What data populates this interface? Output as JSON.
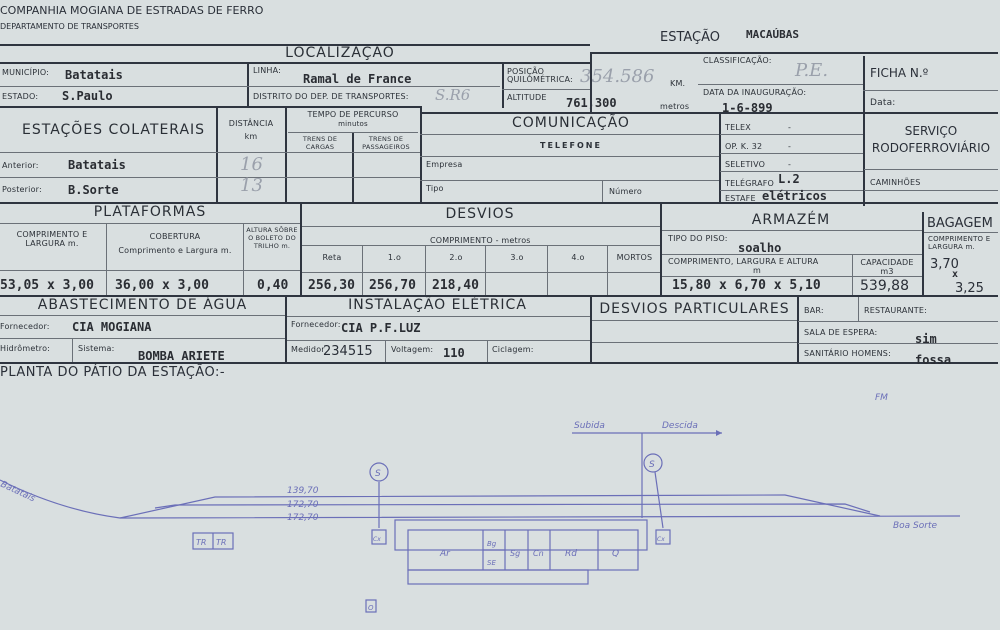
{
  "header": {
    "company": "COMPANHIA MOGIANA DE ESTRADAS DE FERRO",
    "department": "DEPARTAMENTO DE TRANSPORTES",
    "station_label": "ESTAÇÃO",
    "station_name": "MACAÚBAS"
  },
  "localizacao": {
    "title": "LOCALIZAÇÃO",
    "municipio_label": "MUNICÍPIO:",
    "municipio": "Batatais",
    "estado_label": "ESTADO:",
    "estado": "S.Paulo",
    "linha_label": "LINHA:",
    "linha": "Ramal de France",
    "distrito_label": "DISTRITO DO DEP. DE TRANSPORTES:",
    "distrito": "S.R6",
    "posicao_label": "POSIÇÃO QUILOMÉTRICA:",
    "posicao": "354.586",
    "posicao_unit": "KM.",
    "altitude_label": "ALTITUDE",
    "altitude": "761,300",
    "altitude_unit": "metros"
  },
  "classificacao": {
    "label": "CLASSIFICAÇÃO:",
    "value": "P.E.",
    "inauguracao_label": "DATA DA INAUGURAÇÃO:",
    "inauguracao": "1-6-899"
  },
  "ficha": {
    "label": "FICHA N.º",
    "data_label": "Data:"
  },
  "colaterais": {
    "title": "ESTAÇÕES COLATERAIS",
    "distancia_label": "DISTÂNCIA",
    "distancia_unit": "km",
    "tempo_label": "TEMPO DE PERCURSO",
    "tempo_unit": "minutos",
    "cargas_label": "TRENS DE CARGAS",
    "passageiros_label": "TRENS DE PASSAGEIROS",
    "anterior_label": "Anterior:",
    "anterior": "Batatais",
    "anterior_km": "16",
    "posterior_label": "Posterior:",
    "posterior": "B.Sorte",
    "posterior_km": "13"
  },
  "comunicacao": {
    "title": "COMUNICAÇÃO",
    "telefone": "TELEFONE",
    "empresa": "Empresa",
    "tipo": "Tipo",
    "numero": "Número",
    "telex_label": "TELEX",
    "telex": "-",
    "opk_label": "OP. K. 32",
    "opk": "-",
    "seletivo_label": "SELETIVO",
    "seletivo": "-",
    "telegrafo_label": "TELÉGRAFO",
    "telegrafo": "L.2",
    "estafe_label": "ESTAFE",
    "estafe": "elétricos"
  },
  "servico": {
    "title1": "SERVIÇO",
    "title2": "RODOFERROVIÁRIO",
    "caminhoes": "CAMINHÕES"
  },
  "plataformas": {
    "title": "PLATAFORMAS",
    "comp_label": "COMPRIMENTO E LARGURA m.",
    "cobertura_label": "COBERTURA",
    "cobertura_sub": "Comprimento e Largura m.",
    "altura_label": "ALTURA SÔBRE O BOLETO DO TRILHO m.",
    "comp": "53,05 x 3,00",
    "cobertura": "36,00 x 3,00",
    "altura": "0,40"
  },
  "desvios": {
    "title": "DESVIOS",
    "comprimento_label": "COMPRIMENTO - metros",
    "columns": [
      "Reta",
      "1.o",
      "2.o",
      "3.o",
      "4.o",
      "MORTOS"
    ],
    "values": [
      "256,30",
      "256,70",
      "218,40",
      "",
      "",
      ""
    ]
  },
  "armazem": {
    "title": "ARMAZÉM",
    "piso_label": "TIPO DO PISO:",
    "piso": "soalho",
    "dims_label": "COMPRIMENTO, LARGURA E ALTURA",
    "dims_unit": "m",
    "dims": "15,80 x 6,70 x 5,10",
    "cap_label": "CAPACIDADE",
    "cap_unit": "m3",
    "cap": "539,88"
  },
  "bagagem": {
    "title": "BAGAGEM",
    "label": "COMPRIMENTO E LARGURA m.",
    "v1": "3,70",
    "x": "x",
    "v2": "3,25"
  },
  "agua": {
    "title": "ABASTECIMENTO DE ÁGUA",
    "fornecedor_label": "Fornecedor:",
    "fornecedor": "CIA MOGIANA",
    "hidrometro_label": "Hidrômetro:",
    "sistema_label": "Sistema:",
    "sistema": "BOMBA ARIETE"
  },
  "eletrica": {
    "title": "INSTALAÇÃO ELÉTRICA",
    "fornecedor_label": "Fornecedor:",
    "fornecedor": "CIA P.F.LUZ",
    "medidor_label": "Medidor",
    "medidor": "234515",
    "voltagem_label": "Voltagem:",
    "voltagem": "110",
    "ciclagem_label": "Ciclagem:"
  },
  "particulares": {
    "title": "DESVIOS PARTICULARES"
  },
  "servicos": {
    "bar": "BAR:",
    "restaurante": "RESTAURANTE:",
    "sala_label": "SALA DE ESPERA:",
    "sala": "sim",
    "sanitario_label": "SANITÁRIO HOMENS:",
    "sanitario": "fossa"
  },
  "planta": {
    "title": "PLANTA DO PÁTIO DA ESTAÇÃO:-",
    "initials": "FM",
    "subida": "Subida",
    "descida": "Descida",
    "track_lengths": [
      "139,70",
      "172,70",
      "172,70"
    ],
    "left_station": "Batatais",
    "right_station": "Boa Sorte",
    "signal": "S",
    "tr": "TR",
    "cx": "Cx",
    "rooms": [
      "Ar",
      "Bg",
      "SE",
      "Sg",
      "Cn",
      "Rd",
      "Q"
    ],
    "other": "O"
  }
}
